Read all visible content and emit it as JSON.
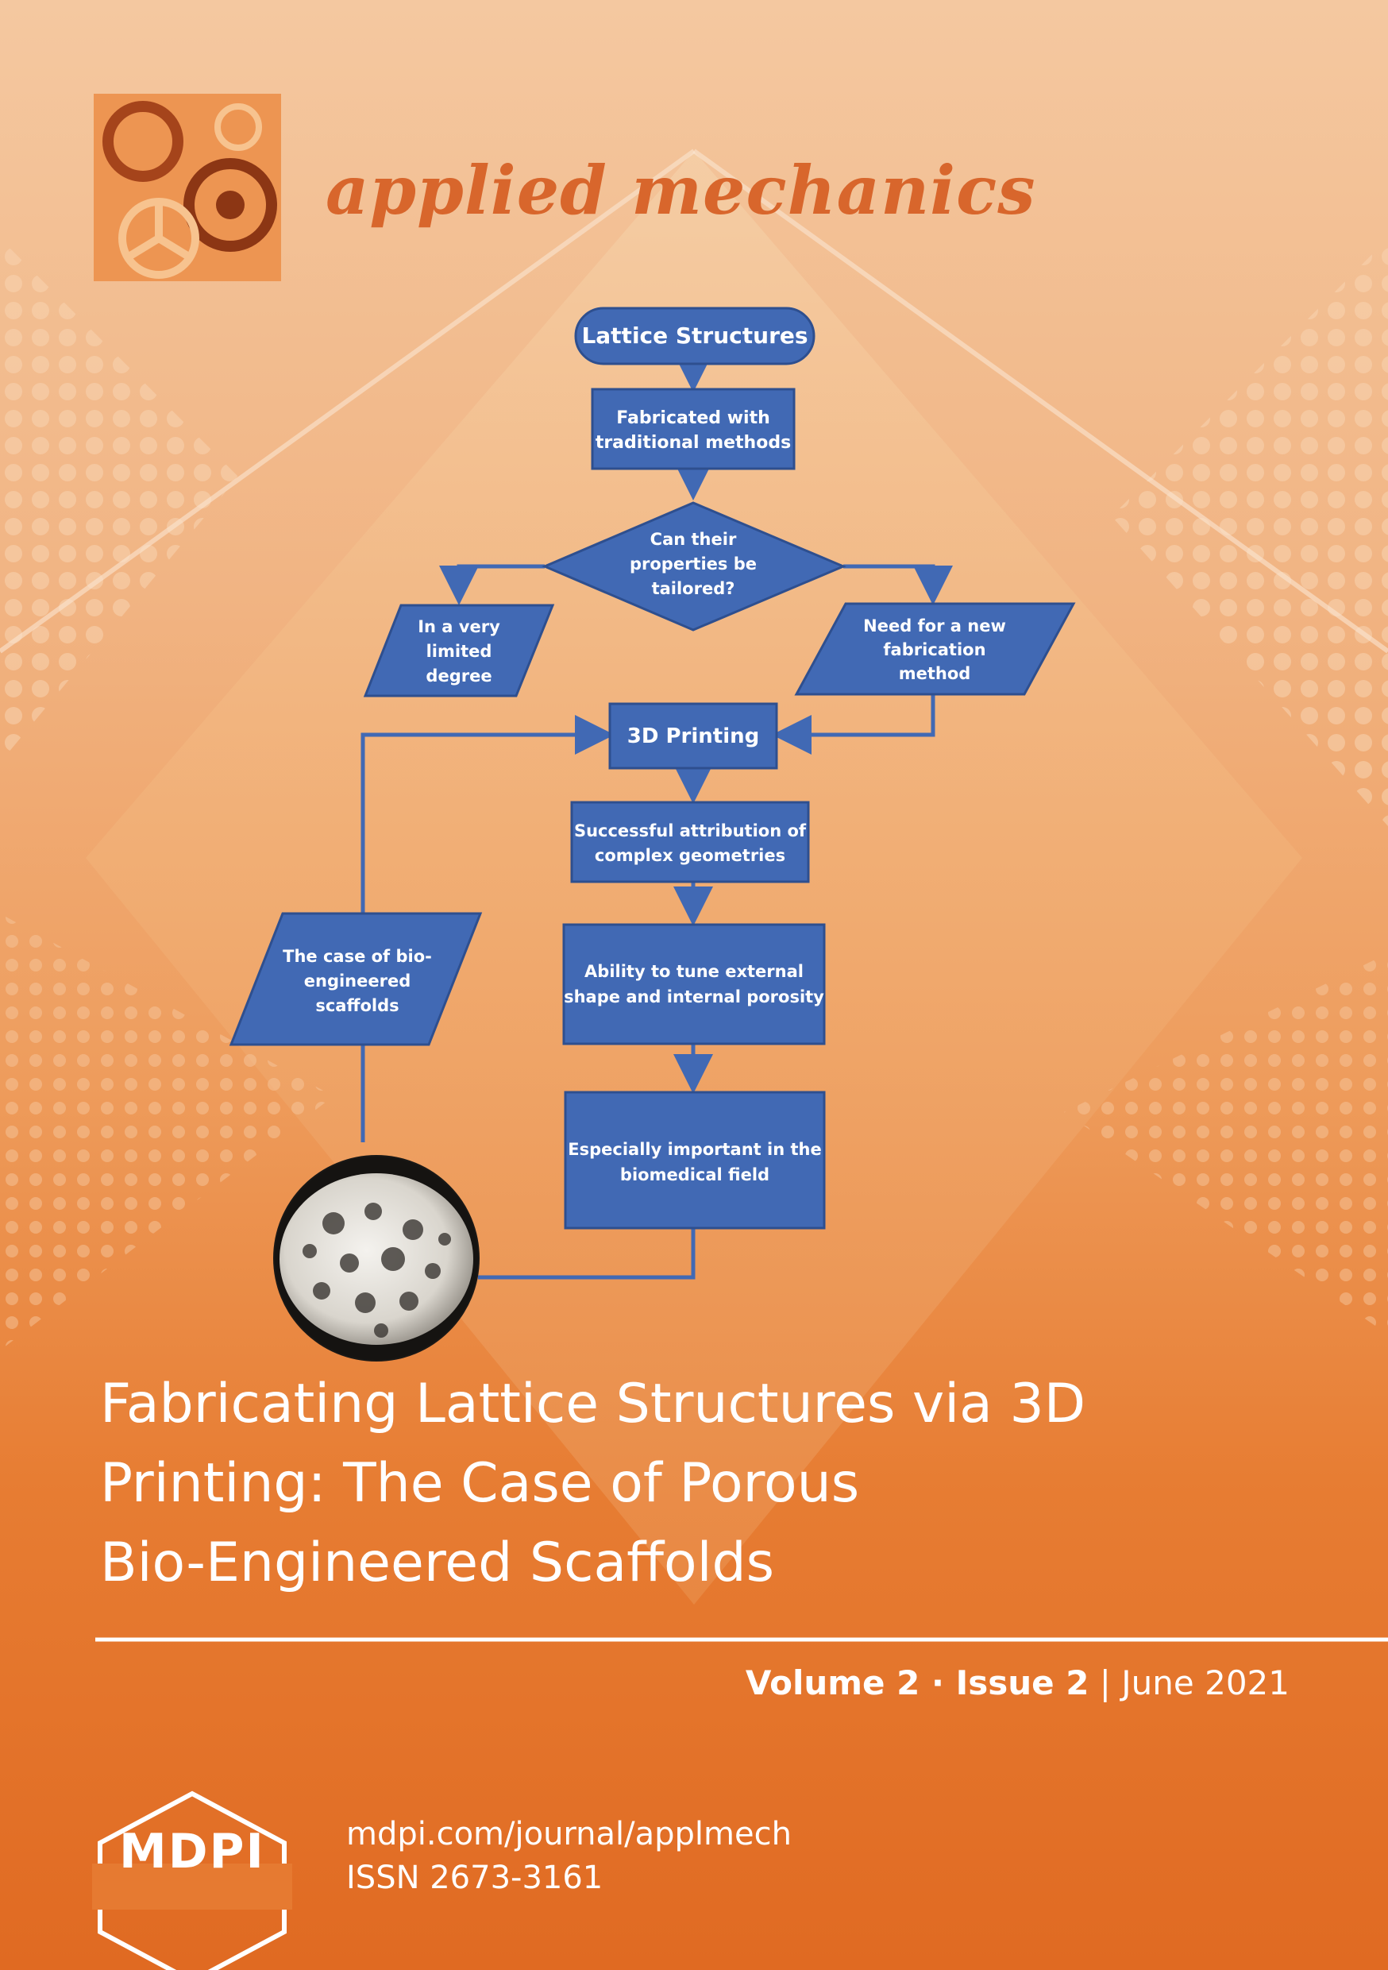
{
  "journal": {
    "name": "applied mechanics"
  },
  "flowchart": {
    "start": "Lattice Structures",
    "fabricated": [
      "Fabricated with",
      "traditional methods"
    ],
    "decision": [
      "Can their",
      "properties be",
      "tailored?"
    ],
    "left_result": [
      "In a very",
      "limited",
      "degree"
    ],
    "right_result": [
      "Need for a new",
      "fabrication",
      "method"
    ],
    "printing": "3D Printing",
    "attribution": [
      "Successful attribution of",
      "complex geometries"
    ],
    "ability": [
      "Ability to tune external",
      "shape and internal porosity"
    ],
    "important": [
      "Especially important in the",
      "biomedical field"
    ],
    "case": [
      "The case of bio-",
      "engineered",
      "scaffolds"
    ]
  },
  "article": {
    "title_lines": [
      "Fabricating Lattice Structures via 3D",
      "Printing: The Case of Porous",
      "Bio-Engineered Scaffolds"
    ]
  },
  "issue": {
    "volume": "Volume 2",
    "sep": " · ",
    "issue": "Issue 2",
    "bar": " | ",
    "date": "June 2021"
  },
  "publisher": {
    "logo_text": "MDPI",
    "url": "mdpi.com/journal/applmech",
    "issn": "ISSN 2673-3161"
  },
  "colors": {
    "box": "#4169b4",
    "box_border": "#2e4f8f",
    "title_accent": "#d8662c",
    "white": "#ffffff"
  }
}
